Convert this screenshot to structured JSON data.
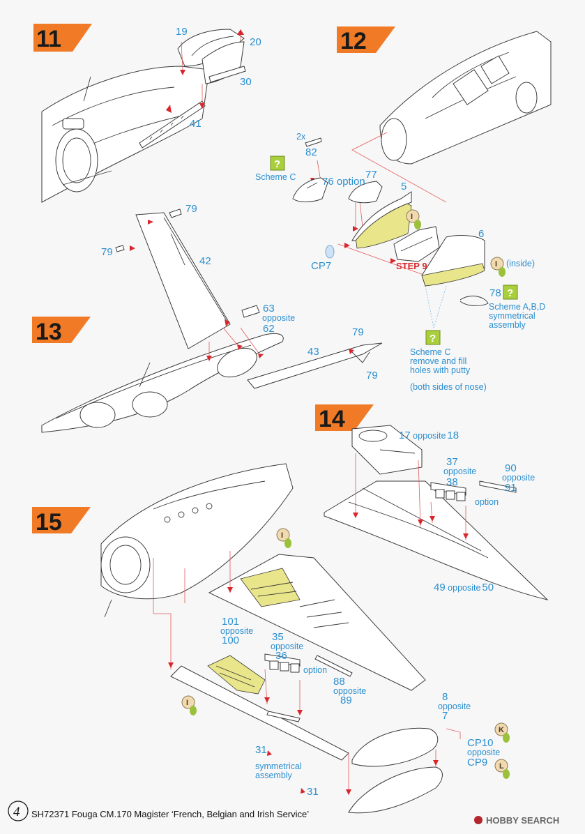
{
  "steps": [
    {
      "number": "11"
    },
    {
      "number": "12"
    },
    {
      "number": "13"
    },
    {
      "number": "14"
    },
    {
      "number": "15"
    }
  ],
  "labels": {
    "p19": "19",
    "p20": "20",
    "p30": "30",
    "p41": "41",
    "p2x": "2x",
    "p82": "82",
    "scheme_c": "Scheme C",
    "p76": "76 option",
    "p77": "77",
    "p5": "5",
    "p6": "6",
    "cp7": "CP7",
    "step9": "STEP 9",
    "inside": "(inside)",
    "p78": "78",
    "scheme_abd": [
      "Scheme A,B,D",
      "symmetrical",
      "assembly"
    ],
    "scheme_c_note": [
      "Scheme C",
      "remove and fill",
      "holes with putty"
    ],
    "both_sides": "(both sides of nose)",
    "p79a": "79",
    "p79b": "79",
    "p42": "42",
    "p63": "63",
    "opposite": "opposite",
    "p62": "62",
    "p43": "43",
    "p79c": "79",
    "p79d": "79",
    "p17_18": [
      "17",
      " opposite",
      "18"
    ],
    "p37": "37",
    "p38": "38",
    "p90": "90",
    "p91": "91",
    "option": "option",
    "p49_50": [
      "49",
      " opposite",
      "50"
    ],
    "p101": "101",
    "p100": "100",
    "p35": "35",
    "p36": "36",
    "p88": "88",
    "p89": "89",
    "p8": "8",
    "p7": "7",
    "cp10": "CP10",
    "cp9": "CP9",
    "p31a": "31",
    "p31b": "31",
    "sym_assembly": [
      "symmetrical",
      "assembly"
    ]
  },
  "paint_marks": [
    "I",
    "I",
    "I",
    "I",
    "K",
    "L"
  ],
  "footer": {
    "page_number": "4",
    "title": "SH72371 Fouga CM.170 Magister ‘French, Belgian and Irish Service’"
  },
  "watermark": "HOBBY SEARCH",
  "colors": {
    "label_blue": "#2b8fd0",
    "step_tab_orange": "#f07a26",
    "guide_red": "#e25b5b",
    "highlight_yellow": "#e9e58a",
    "question_green": "#a9cf3c"
  }
}
